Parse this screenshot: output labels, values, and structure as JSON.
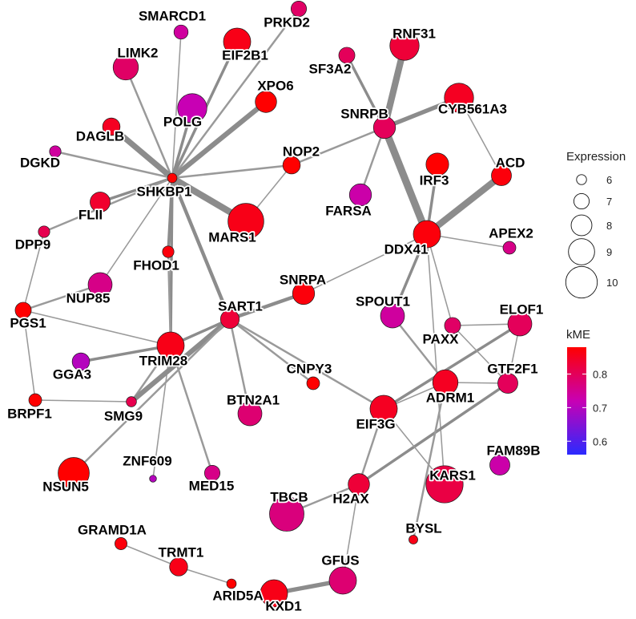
{
  "network": {
    "color_high": "#ff0000",
    "color_mid": "#c800b4",
    "color_low": "#2a2aff",
    "nodes": [
      {
        "id": "SMARCD1",
        "label": "SMARCD1",
        "expression": 6.3,
        "kme": 0.74
      },
      {
        "id": "PRKD2",
        "label": "PRKD2",
        "expression": 6.5,
        "kme": 0.79
      },
      {
        "id": "EIF2B1",
        "label": "EIF2B1",
        "expression": 8.3,
        "kme": 0.86
      },
      {
        "id": "LIMK2",
        "label": "LIMK2",
        "expression": 8.0,
        "kme": 0.79
      },
      {
        "id": "RNF31",
        "label": "RNF31",
        "expression": 8.6,
        "kme": 0.83
      },
      {
        "id": "SF3A2",
        "label": "SF3A2",
        "expression": 6.6,
        "kme": 0.8
      },
      {
        "id": "XPO6",
        "label": "XPO6",
        "expression": 7.4,
        "kme": 0.88
      },
      {
        "id": "POLG",
        "label": "POLG",
        "expression": 8.6,
        "kme": 0.72
      },
      {
        "id": "SNRPB",
        "label": "SNRPB",
        "expression": 7.5,
        "kme": 0.8
      },
      {
        "id": "CYB561A3",
        "label": "CYB561A3",
        "expression": 8.6,
        "kme": 0.85
      },
      {
        "id": "DAGLB",
        "label": "DAGLB",
        "expression": 6.8,
        "kme": 0.85
      },
      {
        "id": "DGKD",
        "label": "DGKD",
        "expression": 5.9,
        "kme": 0.74
      },
      {
        "id": "NOP2",
        "label": "NOP2",
        "expression": 6.8,
        "kme": 0.88
      },
      {
        "id": "IRF3",
        "label": "IRF3",
        "expression": 7.6,
        "kme": 0.9
      },
      {
        "id": "ACD",
        "label": "ACD",
        "expression": 7.2,
        "kme": 0.87
      },
      {
        "id": "SHKBP1",
        "label": "SHKBP1",
        "expression": 5.6,
        "kme": 0.9
      },
      {
        "id": "FLII",
        "label": "FLII",
        "expression": 7.2,
        "kme": 0.84
      },
      {
        "id": "MARS1",
        "label": "MARS1",
        "expression": 9.6,
        "kme": 0.86
      },
      {
        "id": "FARSA",
        "label": "FARSA",
        "expression": 7.5,
        "kme": 0.73
      },
      {
        "id": "DDX41",
        "label": "DDX41",
        "expression": 8.3,
        "kme": 0.87
      },
      {
        "id": "APEX2",
        "label": "APEX2",
        "expression": 6.1,
        "kme": 0.76
      },
      {
        "id": "DPP9",
        "label": "DPP9",
        "expression": 5.9,
        "kme": 0.81
      },
      {
        "id": "FHOD1",
        "label": "FHOD1",
        "expression": 5.9,
        "kme": 0.87
      },
      {
        "id": "NUP85",
        "label": "NUP85",
        "expression": 7.8,
        "kme": 0.76
      },
      {
        "id": "SNRPA",
        "label": "SNRPA",
        "expression": 7.5,
        "kme": 0.87
      },
      {
        "id": "SART1",
        "label": "SART1",
        "expression": 7.0,
        "kme": 0.83
      },
      {
        "id": "SPOUT1",
        "label": "SPOUT1",
        "expression": 7.8,
        "kme": 0.74
      },
      {
        "id": "ELOF1",
        "label": "ELOF1",
        "expression": 7.8,
        "kme": 0.8
      },
      {
        "id": "PGS1",
        "label": "PGS1",
        "expression": 6.6,
        "kme": 0.88
      },
      {
        "id": "PAXX",
        "label": "PAXX",
        "expression": 6.6,
        "kme": 0.79
      },
      {
        "id": "TRIM28",
        "label": "TRIM28",
        "expression": 8.3,
        "kme": 0.86
      },
      {
        "id": "GGA3",
        "label": "GGA3",
        "expression": 6.8,
        "kme": 0.7
      },
      {
        "id": "GTF2F1",
        "label": "GTF2F1",
        "expression": 7.2,
        "kme": 0.8
      },
      {
        "id": "CNPY3",
        "label": "CNPY3",
        "expression": 6.1,
        "kme": 0.92
      },
      {
        "id": "ADRM1",
        "label": "ADRM1",
        "expression": 8.0,
        "kme": 0.85
      },
      {
        "id": "BRPF1",
        "label": "BRPF1",
        "expression": 6.1,
        "kme": 0.88
      },
      {
        "id": "SMG9",
        "label": "SMG9",
        "expression": 5.7,
        "kme": 0.81
      },
      {
        "id": "EIF3G",
        "label": "EIF3G",
        "expression": 8.3,
        "kme": 0.85
      },
      {
        "id": "BTN2A1",
        "label": "BTN2A1",
        "expression": 7.8,
        "kme": 0.78
      },
      {
        "id": "FAM89B",
        "label": "FAM89B",
        "expression": 7.2,
        "kme": 0.73
      },
      {
        "id": "ZNF609",
        "label": "ZNF609",
        "expression": 5.2,
        "kme": 0.7
      },
      {
        "id": "KARS1",
        "label": "KARS1",
        "expression": 9.8,
        "kme": 0.82
      },
      {
        "id": "NSUN5",
        "label": "NSUN5",
        "expression": 8.9,
        "kme": 0.88
      },
      {
        "id": "MED15",
        "label": "MED15",
        "expression": 6.5,
        "kme": 0.76
      },
      {
        "id": "TBCB",
        "label": "TBCB",
        "expression": 9.4,
        "kme": 0.77
      },
      {
        "id": "H2AX",
        "label": "H2AX",
        "expression": 7.4,
        "kme": 0.83
      },
      {
        "id": "BYSL",
        "label": "BYSL",
        "expression": 5.5,
        "kme": 0.86
      },
      {
        "id": "GRAMD1A",
        "label": "GRAMD1A",
        "expression": 6.0,
        "kme": 0.87
      },
      {
        "id": "TRMT1",
        "label": "TRMT1",
        "expression": 6.9,
        "kme": 0.86
      },
      {
        "id": "GFUS",
        "label": "GFUS",
        "expression": 8.3,
        "kme": 0.78
      },
      {
        "id": "ARID5A",
        "label": "ARID5A",
        "expression": 5.6,
        "kme": 0.88
      },
      {
        "id": "KXD1",
        "label": "KXD1",
        "expression": 8.3,
        "kme": 0.86
      }
    ],
    "edges": [
      {
        "source": "SHKBP1",
        "target": "SMARCD1",
        "weight": 1
      },
      {
        "source": "SHKBP1",
        "target": "PRKD2",
        "weight": 2
      },
      {
        "source": "SHKBP1",
        "target": "EIF2B1",
        "weight": 3
      },
      {
        "source": "SHKBP1",
        "target": "LIMK2",
        "weight": 2
      },
      {
        "source": "SHKBP1",
        "target": "XPO6",
        "weight": 6
      },
      {
        "source": "SHKBP1",
        "target": "POLG",
        "weight": 3
      },
      {
        "source": "SHKBP1",
        "target": "DAGLB",
        "weight": 7
      },
      {
        "source": "SHKBP1",
        "target": "DGKD",
        "weight": 2
      },
      {
        "source": "SHKBP1",
        "target": "NOP2",
        "weight": 2
      },
      {
        "source": "SHKBP1",
        "target": "MARS1",
        "weight": 8
      },
      {
        "source": "SHKBP1",
        "target": "FLII",
        "weight": 3
      },
      {
        "source": "SHKBP1",
        "target": "DPP9",
        "weight": 2
      },
      {
        "source": "SHKBP1",
        "target": "FHOD1",
        "weight": 3
      },
      {
        "source": "SHKBP1",
        "target": "NUP85",
        "weight": 1
      },
      {
        "source": "SHKBP1",
        "target": "SART1",
        "weight": 4
      },
      {
        "source": "SHKBP1",
        "target": "TRIM28",
        "weight": 3
      },
      {
        "source": "NOP2",
        "target": "SNRPB",
        "weight": 2
      },
      {
        "source": "NOP2",
        "target": "MARS1",
        "weight": 1
      },
      {
        "source": "SNRPB",
        "target": "RNF31",
        "weight": 8
      },
      {
        "source": "SNRPB",
        "target": "SF3A2",
        "weight": 3
      },
      {
        "source": "SNRPB",
        "target": "CYB561A3",
        "weight": 5
      },
      {
        "source": "SNRPB",
        "target": "FARSA",
        "weight": 2
      },
      {
        "source": "SNRPB",
        "target": "DDX41",
        "weight": 9
      },
      {
        "source": "CYB561A3",
        "target": "ACD",
        "weight": 1
      },
      {
        "source": "DDX41",
        "target": "ACD",
        "weight": 8
      },
      {
        "source": "DDX41",
        "target": "IRF3",
        "weight": 3
      },
      {
        "source": "DDX41",
        "target": "APEX2",
        "weight": 1
      },
      {
        "source": "DDX41",
        "target": "SPOUT1",
        "weight": 3
      },
      {
        "source": "DDX41",
        "target": "PAXX",
        "weight": 1
      },
      {
        "source": "DDX41",
        "target": "SNRPA",
        "weight": 1
      },
      {
        "source": "DDX41",
        "target": "KARS1",
        "weight": 1
      },
      {
        "source": "SPOUT1",
        "target": "ADRM1",
        "weight": 2
      },
      {
        "source": "DPP9",
        "target": "PGS1",
        "weight": 1
      },
      {
        "source": "PGS1",
        "target": "NUP85",
        "weight": 2
      },
      {
        "source": "PGS1",
        "target": "BRPF1",
        "weight": 1
      },
      {
        "source": "PGS1",
        "target": "TRIM28",
        "weight": 1
      },
      {
        "source": "BRPF1",
        "target": "SMG9",
        "weight": 1
      },
      {
        "source": "FHOD1",
        "target": "TRIM28",
        "weight": 2
      },
      {
        "source": "TRIM28",
        "target": "SART1",
        "weight": 3
      },
      {
        "source": "TRIM28",
        "target": "GGA3",
        "weight": 3
      },
      {
        "source": "TRIM28",
        "target": "SMG9",
        "weight": 2
      },
      {
        "source": "TRIM28",
        "target": "ZNF609",
        "weight": 1
      },
      {
        "source": "TRIM28",
        "target": "MED15",
        "weight": 2
      },
      {
        "source": "SART1",
        "target": "SNRPA",
        "weight": 4
      },
      {
        "source": "SART1",
        "target": "SMG9",
        "weight": 6
      },
      {
        "source": "SART1",
        "target": "NSUN5",
        "weight": 2
      },
      {
        "source": "SART1",
        "target": "BTN2A1",
        "weight": 2
      },
      {
        "source": "SART1",
        "target": "CNPY3",
        "weight": 2
      },
      {
        "source": "SART1",
        "target": "EIF3G",
        "weight": 2
      },
      {
        "source": "ELOF1",
        "target": "EIF3G",
        "weight": 3
      },
      {
        "source": "ELOF1",
        "target": "PAXX",
        "weight": 1
      },
      {
        "source": "ELOF1",
        "target": "GTF2F1",
        "weight": 1
      },
      {
        "source": "PAXX",
        "target": "GTF2F1",
        "weight": 1
      },
      {
        "source": "GTF2F1",
        "target": "ADRM1",
        "weight": 1
      },
      {
        "source": "GTF2F1",
        "target": "H2AX",
        "weight": 3
      },
      {
        "source": "ADRM1",
        "target": "EIF3G",
        "weight": 1
      },
      {
        "source": "ADRM1",
        "target": "BYSL",
        "weight": 2
      },
      {
        "source": "EIF3G",
        "target": "H2AX",
        "weight": 2
      },
      {
        "source": "EIF3G",
        "target": "KARS1",
        "weight": 1
      },
      {
        "source": "H2AX",
        "target": "TBCB",
        "weight": 2
      },
      {
        "source": "H2AX",
        "target": "GFUS",
        "weight": 1
      },
      {
        "source": "GFUS",
        "target": "KXD1",
        "weight": 5
      },
      {
        "source": "GRAMD1A",
        "target": "TRMT1",
        "weight": 1
      },
      {
        "source": "TRMT1",
        "target": "ARID5A",
        "weight": 1
      }
    ]
  },
  "legend": {
    "size_title": "Expression",
    "size_values": [
      6,
      7,
      8,
      9,
      10
    ],
    "size_labels": [
      "6",
      "7",
      "8",
      "9",
      "10"
    ],
    "color_title": "kME",
    "color_range": [
      0.56,
      0.88
    ],
    "color_ticks": [
      0.6,
      0.7,
      0.8
    ],
    "color_labels": [
      "0.6",
      "0.7",
      "0.8"
    ]
  }
}
